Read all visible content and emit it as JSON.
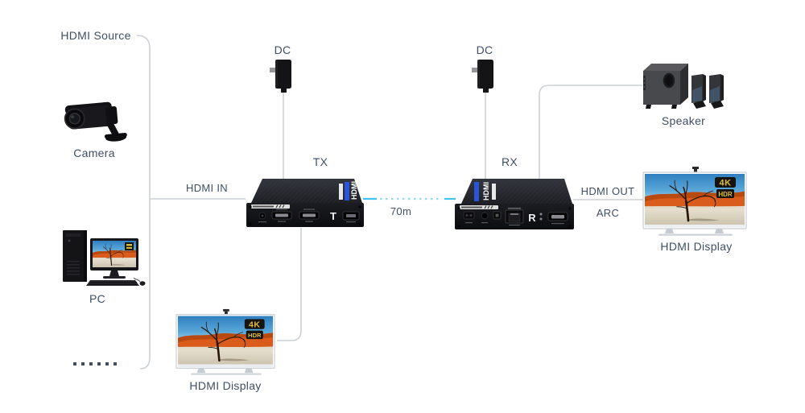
{
  "colors": {
    "label_text": "#3e4f63",
    "connector_gray": "#ccd1d7",
    "link_cyan": "#3ec5ef",
    "link_cyan_dots": "#8ed9f3",
    "badge_gold": "#e2bd3c",
    "device_tag_blue": "#2a55d8"
  },
  "source_group": {
    "label": "HDMI Source",
    "camera_label": "Camera",
    "pc_label": "PC"
  },
  "tx": {
    "title": "TX",
    "power_label": "DC",
    "input_label": "HDMI IN",
    "front_letter": "T",
    "top_tag": "HDMI"
  },
  "rx": {
    "title": "RX",
    "power_label": "DC",
    "front_letter": "R",
    "top_tag": "HDMI"
  },
  "link": {
    "length_label": "70m"
  },
  "outputs": {
    "speaker_label": "Speaker",
    "hdmi_out_label": "HDMI OUT",
    "arc_label": "ARC"
  },
  "displays": {
    "right_label": "HDMI Display",
    "bottom_label": "HDMI Display"
  },
  "badge": {
    "line1": "4K",
    "line2": "HDR"
  }
}
